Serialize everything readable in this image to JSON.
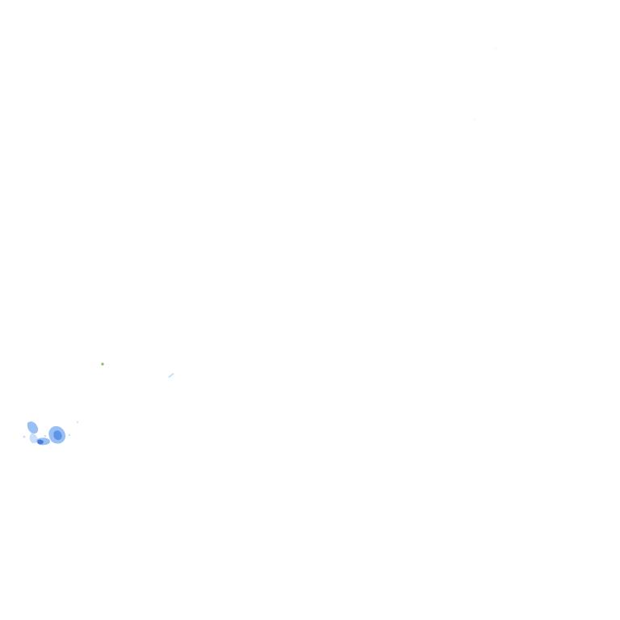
{
  "map": {
    "background_color": "#ffffff",
    "echo_colors": {
      "light": "#bcd7fb",
      "medium": "#8fb8f4",
      "strong": "#5a8fe6",
      "core": "#3f74d8",
      "speck_green": "#7ab34a"
    },
    "echo_cells": [
      {
        "intensity": "strong"
      },
      {
        "intensity": "light"
      },
      {
        "intensity": "light"
      },
      {
        "intensity": "speck"
      }
    ]
  }
}
